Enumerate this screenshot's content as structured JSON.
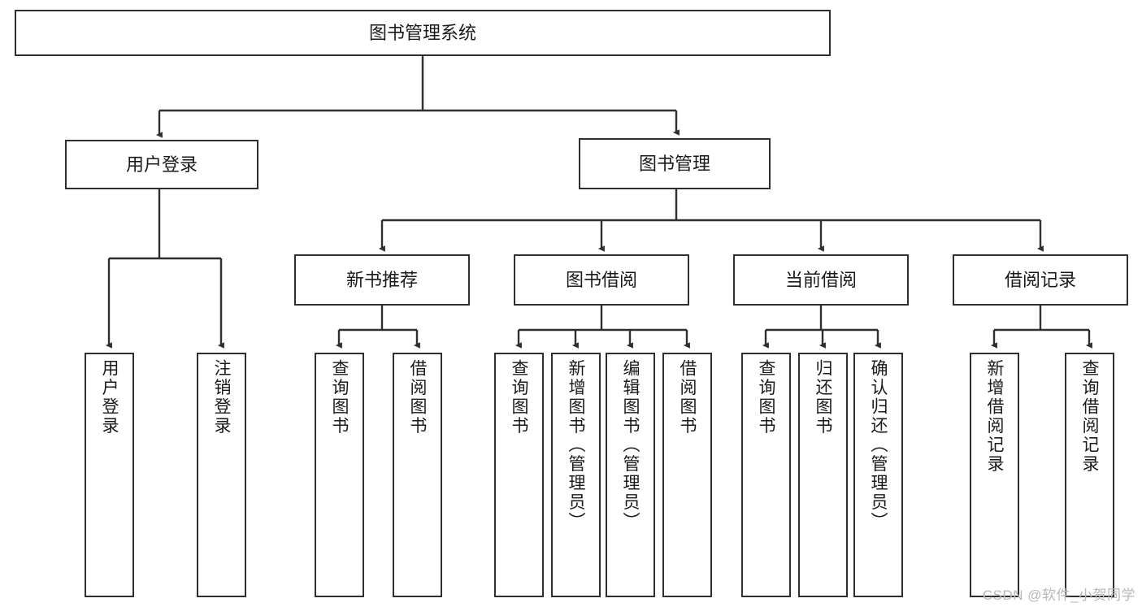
{
  "diagram": {
    "type": "tree-hierarchy-chart",
    "title": "图书管理系统",
    "colors": {
      "box_stroke": "#2f2f2f",
      "box_fill": "#ffffff",
      "edge": "#2f2f2f",
      "text": "#1a1a1a",
      "watermark": "#b8b8b8",
      "background": "#ffffff"
    },
    "root": {
      "label": "图书管理系统"
    },
    "level2": [
      {
        "label": "用户登录"
      },
      {
        "label": "图书管理"
      }
    ],
    "level3": [
      {
        "label": "新书推荐"
      },
      {
        "label": "图书借阅"
      },
      {
        "label": "当前借阅"
      },
      {
        "label": "借阅记录"
      }
    ],
    "leaves": {
      "user_login": [
        {
          "label": "用户登录"
        },
        {
          "label": "注销登录"
        }
      ],
      "new_book_recommend": [
        {
          "label": "查询图书"
        },
        {
          "label": "借阅图书"
        }
      ],
      "book_borrow": [
        {
          "label": "查询图书"
        },
        {
          "label": "新增图书（管理员）"
        },
        {
          "label": "编辑图书（管理员）"
        },
        {
          "label": "借阅图书"
        }
      ],
      "current_borrow": [
        {
          "label": "查询图书"
        },
        {
          "label": "归还图书"
        },
        {
          "label": "确认归还（管理员）"
        }
      ],
      "borrow_record": [
        {
          "label": "新增借阅记录"
        },
        {
          "label": "查询借阅记录"
        }
      ]
    },
    "watermark": "CSDN @软件_小贺同学"
  }
}
